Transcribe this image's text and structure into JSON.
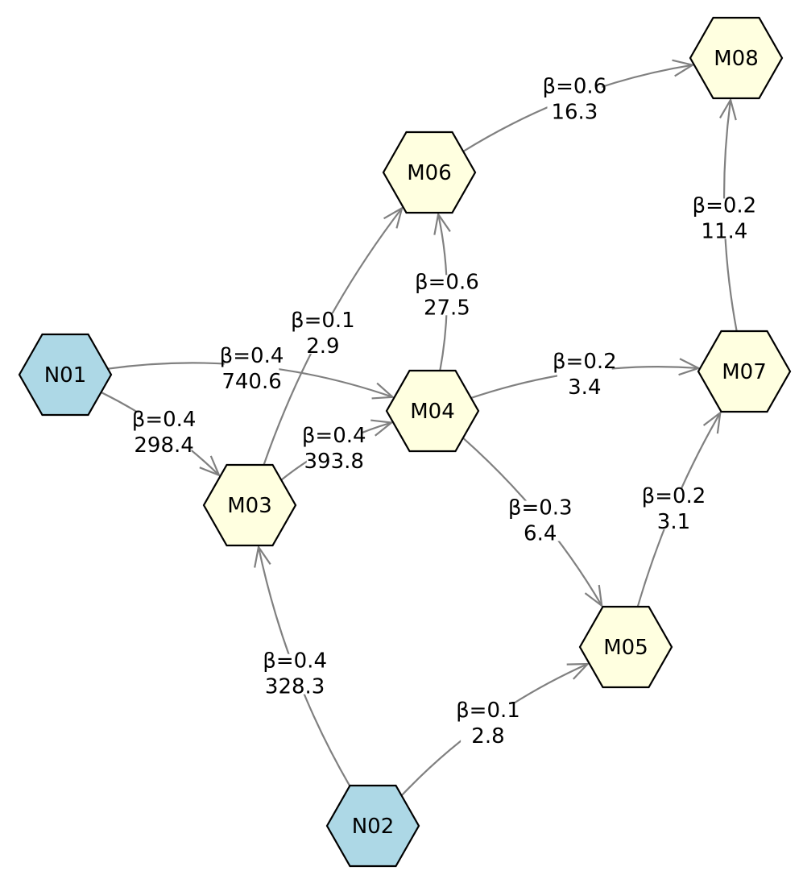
{
  "colors": {
    "input_node_fill": "#add8e6",
    "module_node_fill": "#ffffe0",
    "edge_stroke": "#808080"
  },
  "nodes": [
    {
      "id": "N01",
      "label": "N01",
      "kind": "input"
    },
    {
      "id": "N02",
      "label": "N02",
      "kind": "input"
    },
    {
      "id": "M03",
      "label": "M03",
      "kind": "module"
    },
    {
      "id": "M04",
      "label": "M04",
      "kind": "module"
    },
    {
      "id": "M05",
      "label": "M05",
      "kind": "module"
    },
    {
      "id": "M06",
      "label": "M06",
      "kind": "module"
    },
    {
      "id": "M07",
      "label": "M07",
      "kind": "module"
    },
    {
      "id": "M08",
      "label": "M08",
      "kind": "module"
    }
  ],
  "edges": [
    {
      "from": "N01",
      "to": "M04",
      "beta": "β=0.4",
      "value": "740.6"
    },
    {
      "from": "N01",
      "to": "M03",
      "beta": "β=0.4",
      "value": "298.4"
    },
    {
      "from": "N02",
      "to": "M03",
      "beta": "β=0.4",
      "value": "328.3"
    },
    {
      "from": "N02",
      "to": "M05",
      "beta": "β=0.1",
      "value": "2.8"
    },
    {
      "from": "M03",
      "to": "M06",
      "beta": "β=0.1",
      "value": "2.9"
    },
    {
      "from": "M03",
      "to": "M04",
      "beta": "β=0.4",
      "value": "393.8"
    },
    {
      "from": "M04",
      "to": "M06",
      "beta": "β=0.6",
      "value": "27.5"
    },
    {
      "from": "M04",
      "to": "M07",
      "beta": "β=0.2",
      "value": "3.4"
    },
    {
      "from": "M04",
      "to": "M05",
      "beta": "β=0.3",
      "value": "6.4"
    },
    {
      "from": "M05",
      "to": "M07",
      "beta": "β=0.2",
      "value": "3.1"
    },
    {
      "from": "M06",
      "to": "M08",
      "beta": "β=0.6",
      "value": "16.3"
    },
    {
      "from": "M07",
      "to": "M08",
      "beta": "β=0.2",
      "value": "11.4"
    }
  ]
}
